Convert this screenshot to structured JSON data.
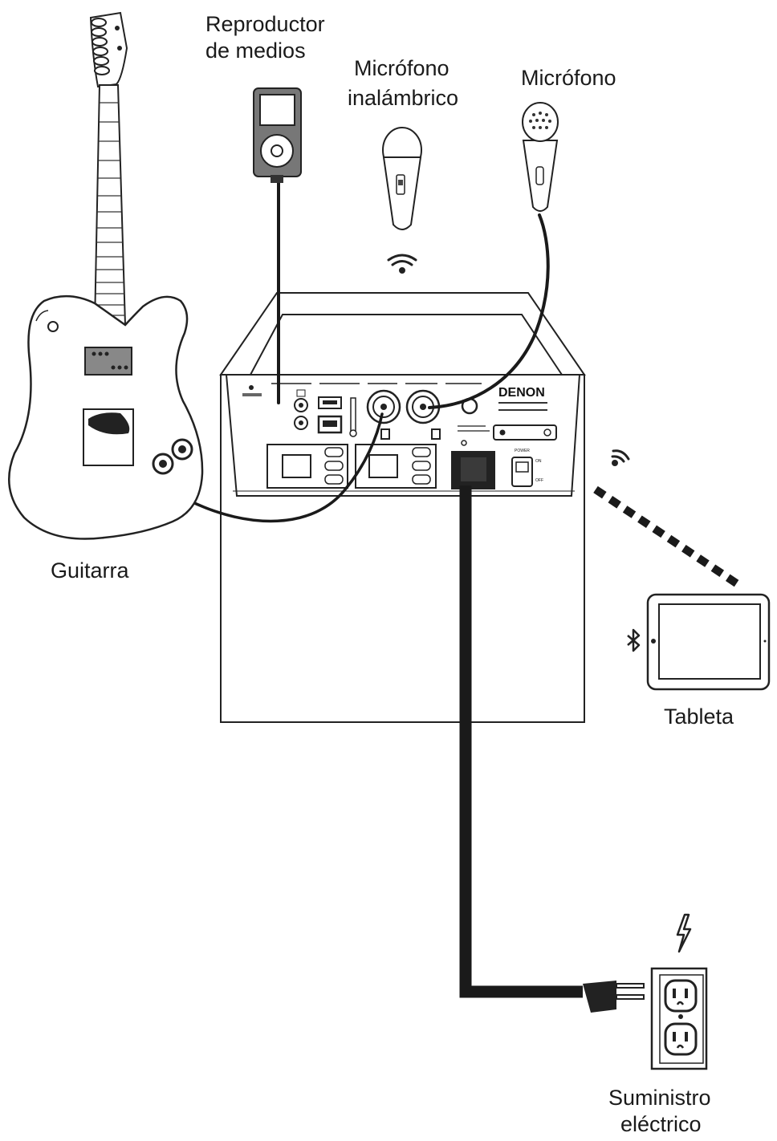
{
  "labels": {
    "media_player": [
      "Reproductor",
      "de medios"
    ],
    "wireless_mic": [
      "Micrófono",
      "inalámbrico"
    ],
    "microphone": "Micrófono",
    "guitar": "Guitarra",
    "tablet": "Tableta",
    "power_supply": [
      "Suministro",
      "eléctrico"
    ]
  },
  "speaker_panel": {
    "brand": "DENON",
    "power_label": "POWER",
    "on_label": "ON",
    "off_label": "OFF"
  },
  "colors": {
    "cable": "#1a1a1a",
    "outline": "#222222",
    "device_gray": "#777777",
    "pickup_gray": "#888888"
  }
}
